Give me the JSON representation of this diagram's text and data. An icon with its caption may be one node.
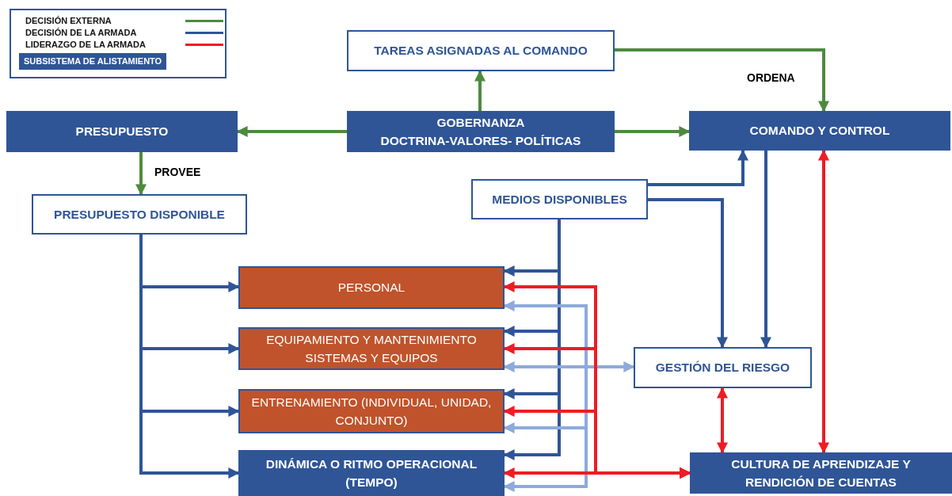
{
  "diagram": {
    "nodes": [
      {
        "text": [
          "TAREAS ASIGNADAS AL COMANDO"
        ]
      },
      {
        "text": [
          "PRESUPUESTO"
        ]
      },
      {
        "text": [
          "GOBERNANZA",
          "DOCTRINA-VALORES- POLÍTICAS"
        ]
      },
      {
        "text": [
          "COMANDO Y CONTROL"
        ]
      },
      {
        "text": [
          "PRESUPUESTO DISPONIBLE"
        ]
      },
      {
        "text": [
          "MEDIOS DISPONIBLES"
        ]
      },
      {
        "text": [
          "PERSONAL"
        ]
      },
      {
        "text": [
          "EQUIPAMIENTO Y MANTENIMIENTO SISTEMAS Y EQUIPOS"
        ]
      },
      {
        "text": [
          "ENTRENAMIENTO (INDIVIDUAL, UNIDAD, CONJUNTO)"
        ]
      },
      {
        "text": [
          "DINÁMICA O RITMO OPERACIONAL (TEMPO)"
        ]
      },
      {
        "text": [
          "GESTIÓN DEL RIESGO"
        ]
      },
      {
        "text": [
          "CULTURA DE APRENDIZAJE Y RENDICIÓN DE CUENTAS"
        ]
      }
    ],
    "edges": [
      {
        "from": 2,
        "to": 0,
        "arrow": "to",
        "color": "#4e8a3e"
      },
      {
        "from": 0,
        "to": 3,
        "arrow": "to",
        "color": "#4e8a3e",
        "label": "ORDENA"
      },
      {
        "from": 2,
        "to": 1,
        "arrow": "to",
        "color": "#4e8a3e"
      },
      {
        "from": 2,
        "to": 3,
        "arrow": "to",
        "color": "#4e8a3e"
      },
      {
        "from": 1,
        "to": 4,
        "arrow": "to",
        "color": "#4e8a3e",
        "label": "PROVEE"
      },
      {
        "from": 4,
        "to": 6,
        "arrow": "to"
      },
      {
        "from": 4,
        "to": 7,
        "arrow": "to"
      },
      {
        "from": 4,
        "to": 8,
        "arrow": "to"
      },
      {
        "from": 4,
        "to": 9,
        "arrow": "to"
      },
      {
        "from": 5,
        "to": 3,
        "arrow": "to"
      },
      {
        "from": 5,
        "to": 10,
        "arrow": "to"
      },
      {
        "from": 3,
        "to": 10,
        "arrow": "to"
      },
      {
        "from": 5,
        "to": 6,
        "arrow": "to"
      },
      {
        "from": 5,
        "to": 7,
        "arrow": "to"
      },
      {
        "from": 5,
        "to": 8,
        "arrow": "to"
      },
      {
        "from": 5,
        "to": 9,
        "arrow": "to"
      },
      {
        "from": 10,
        "to": 7,
        "arrow": "both",
        "color": "#8eaadb"
      },
      {
        "from": 10,
        "to": 6,
        "arrow": "to",
        "color": "#8eaadb"
      },
      {
        "from": 10,
        "to": 8,
        "arrow": "to",
        "color": "#8eaadb"
      },
      {
        "from": 10,
        "to": 9,
        "arrow": "to",
        "color": "#8eaadb"
      },
      {
        "from": 3,
        "to": 11,
        "arrow": "both",
        "color": "#ee1c25"
      },
      {
        "from": 10,
        "to": 11,
        "arrow": "both",
        "color": "#ee1c25"
      },
      {
        "from": 11,
        "to": 9,
        "arrow": "both",
        "color": "#ee1c25"
      },
      {
        "from": 11,
        "to": 6,
        "arrow": "both",
        "color": "#ee1c25"
      },
      {
        "from": 11,
        "to": 7,
        "arrow": "both",
        "color": "#ee1c25"
      },
      {
        "from": 11,
        "to": 8,
        "arrow": "both",
        "color": "#ee1c25"
      }
    ],
    "legend": [
      {
        "text": "DECISIÓN EXTERNA",
        "color": "#4e8a3e"
      },
      {
        "text": "DECISIÓN DE LA ARMADA",
        "color": "#2f5597"
      },
      {
        "text": "LIDERAZGO DE LA ARMADA",
        "color": "#ee1c25"
      },
      {
        "text": "SUBSISTEMA DE ALISTAMIENTO",
        "color": "#2f5597"
      }
    ]
  }
}
